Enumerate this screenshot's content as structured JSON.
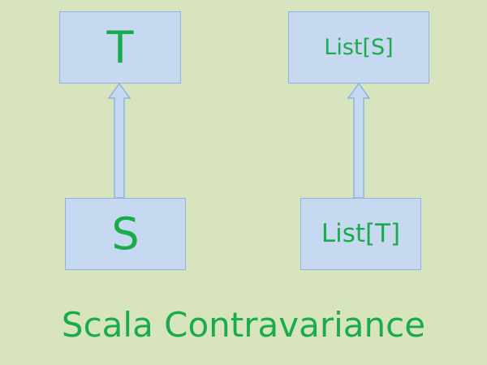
{
  "diagram": {
    "title": "Scala Contravariance",
    "left": {
      "top_label": "T",
      "bottom_label": "S"
    },
    "right": {
      "top_label": "List[S]",
      "bottom_label": "List[T]"
    }
  },
  "colors": {
    "background": "#d7e4bd",
    "box_fill": "#c6d9f1",
    "box_border": "#8eb4e3",
    "text": "#1aab4b"
  }
}
